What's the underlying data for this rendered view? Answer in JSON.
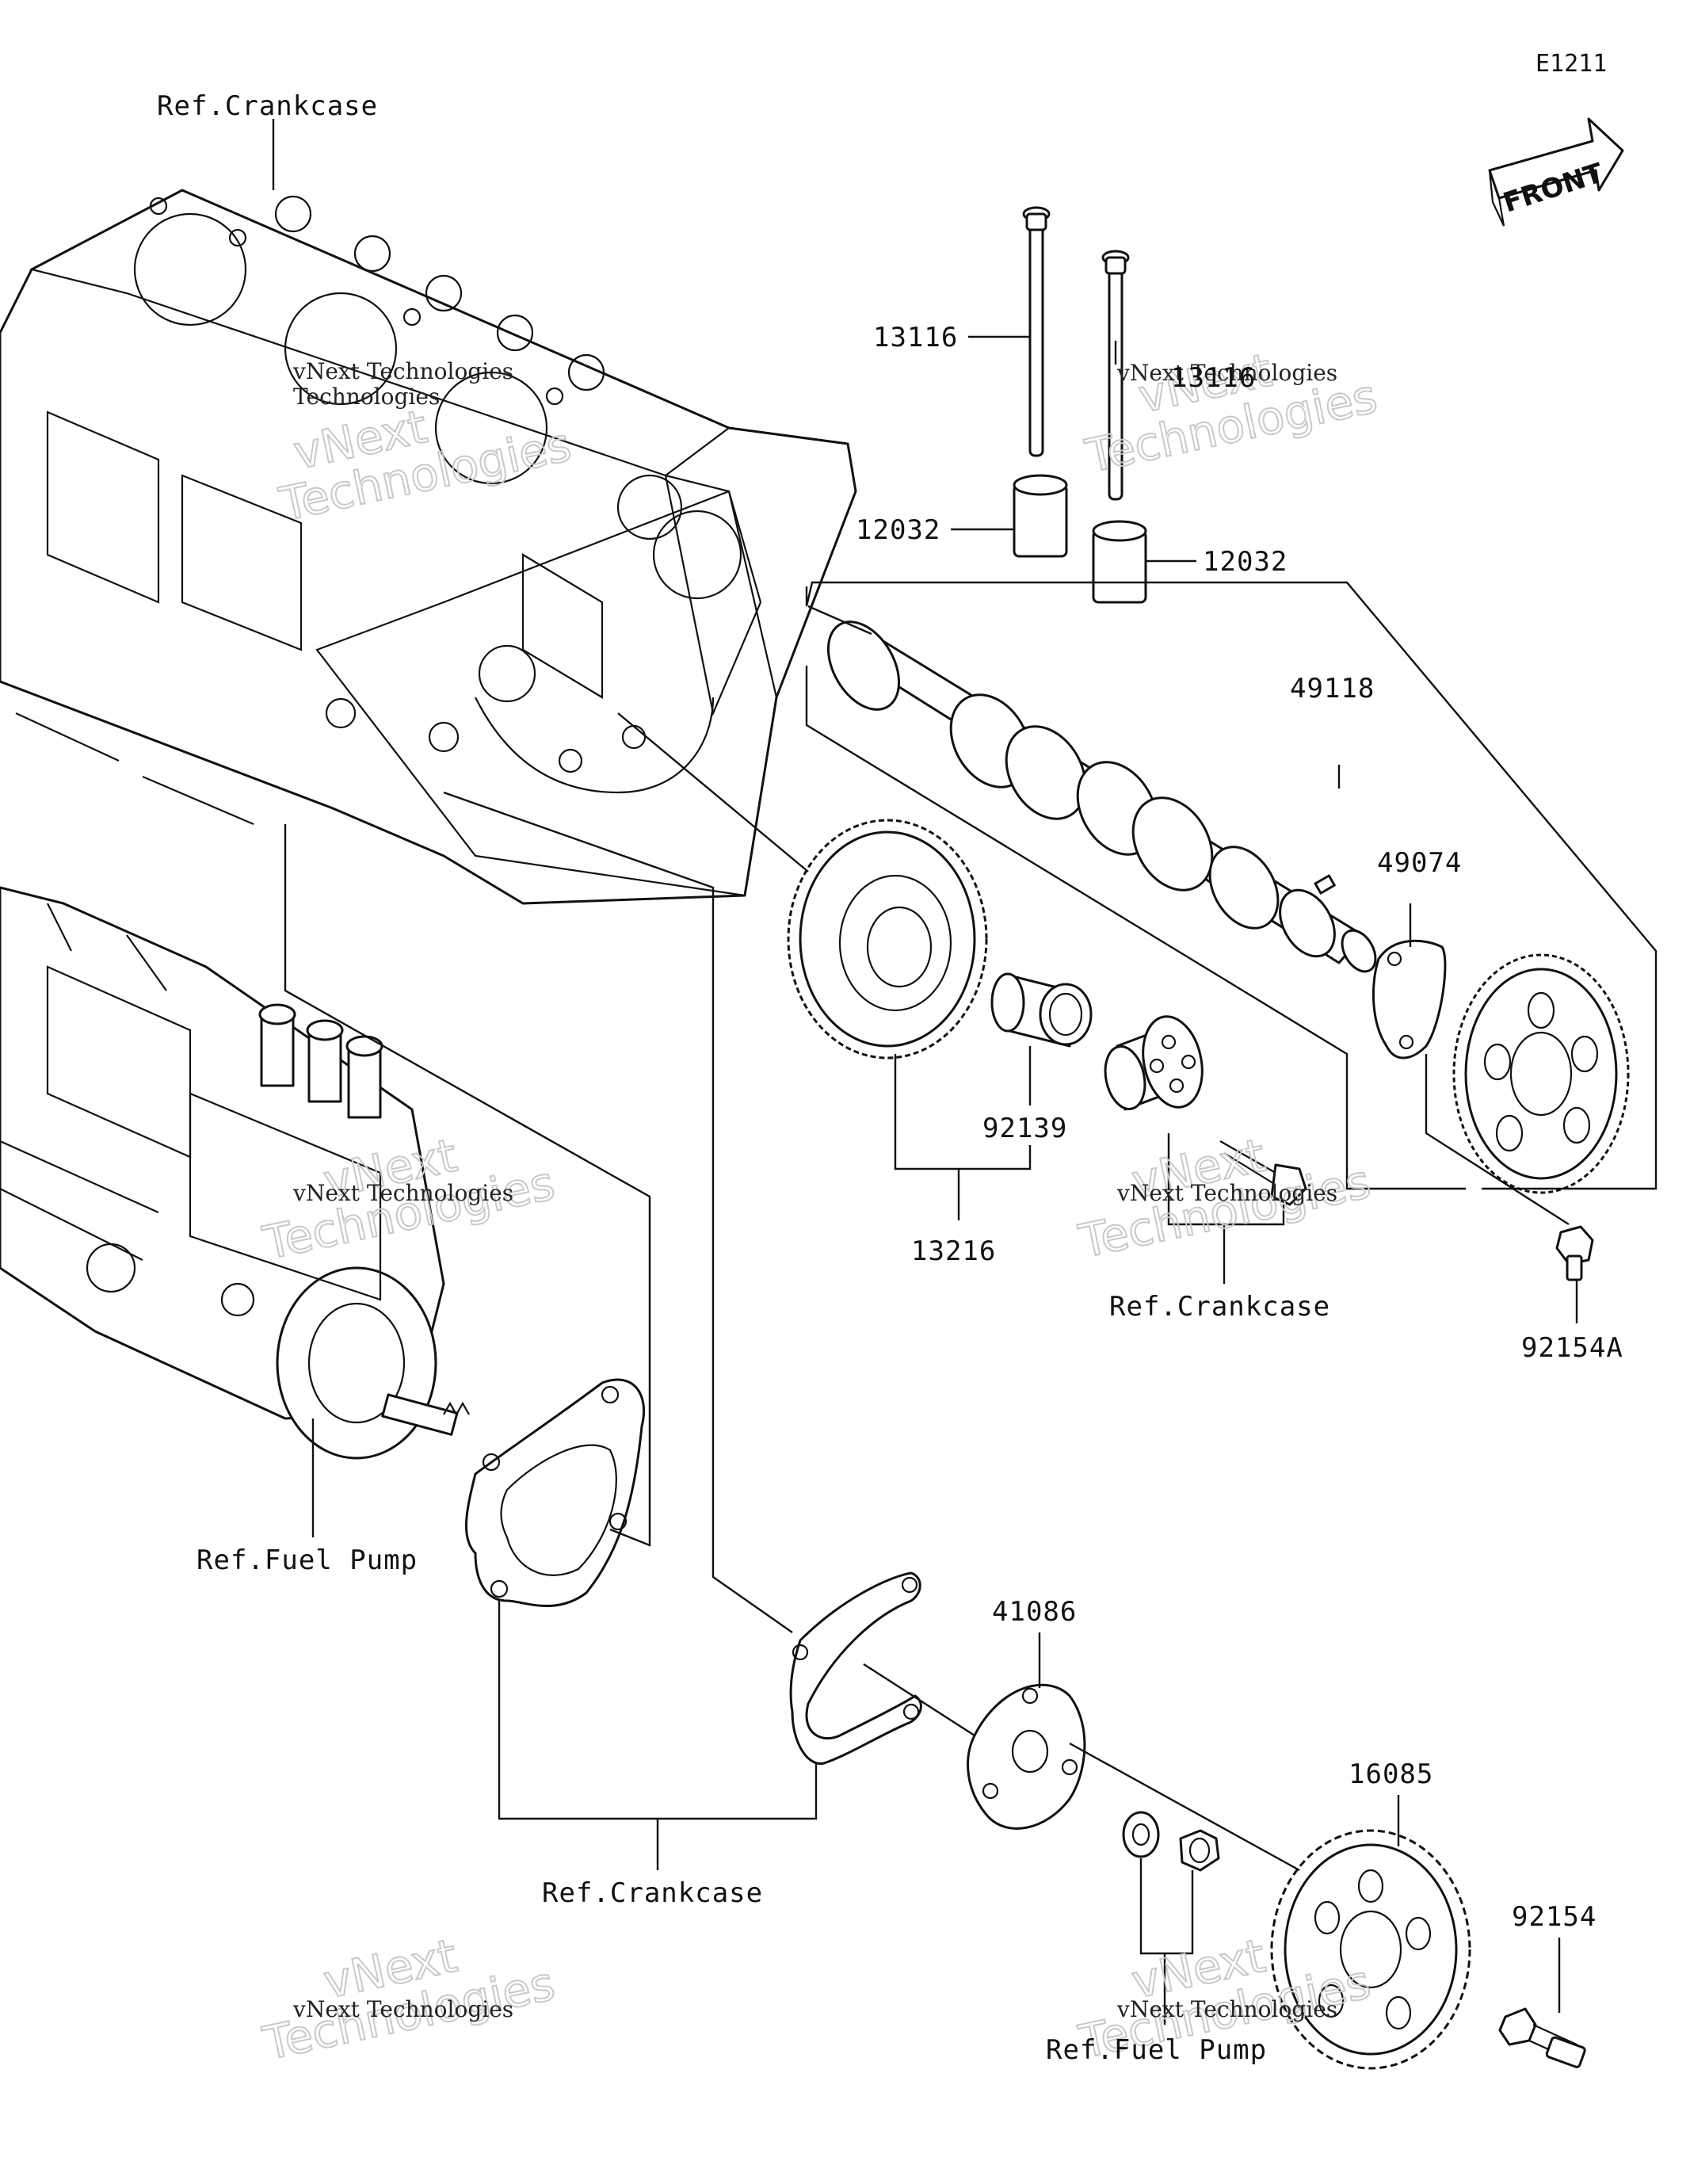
{
  "diagram_code": "E1211",
  "front_label": "FRONT",
  "watermark": {
    "line1": "vNext",
    "line2": "Technologies",
    "small": "vNext Technologies"
  },
  "labels": {
    "ref_crankcase_top": "Ref.Crankcase",
    "ref_crankcase_mid": "Ref.Crankcase",
    "ref_crankcase_bottom": "Ref.Crankcase",
    "ref_fuel_pump_left": "Ref.Fuel Pump",
    "ref_fuel_pump_bottom": "Ref.Fuel Pump",
    "p13116_a": "13116",
    "p13116_b": "13116",
    "p12032_a": "12032",
    "p12032_b": "12032",
    "p49118": "49118",
    "p49074": "49074",
    "p92139": "92139",
    "p13216": "13216",
    "p92154A": "92154A",
    "p41086": "41086",
    "p16085": "16085",
    "p92154": "92154"
  }
}
